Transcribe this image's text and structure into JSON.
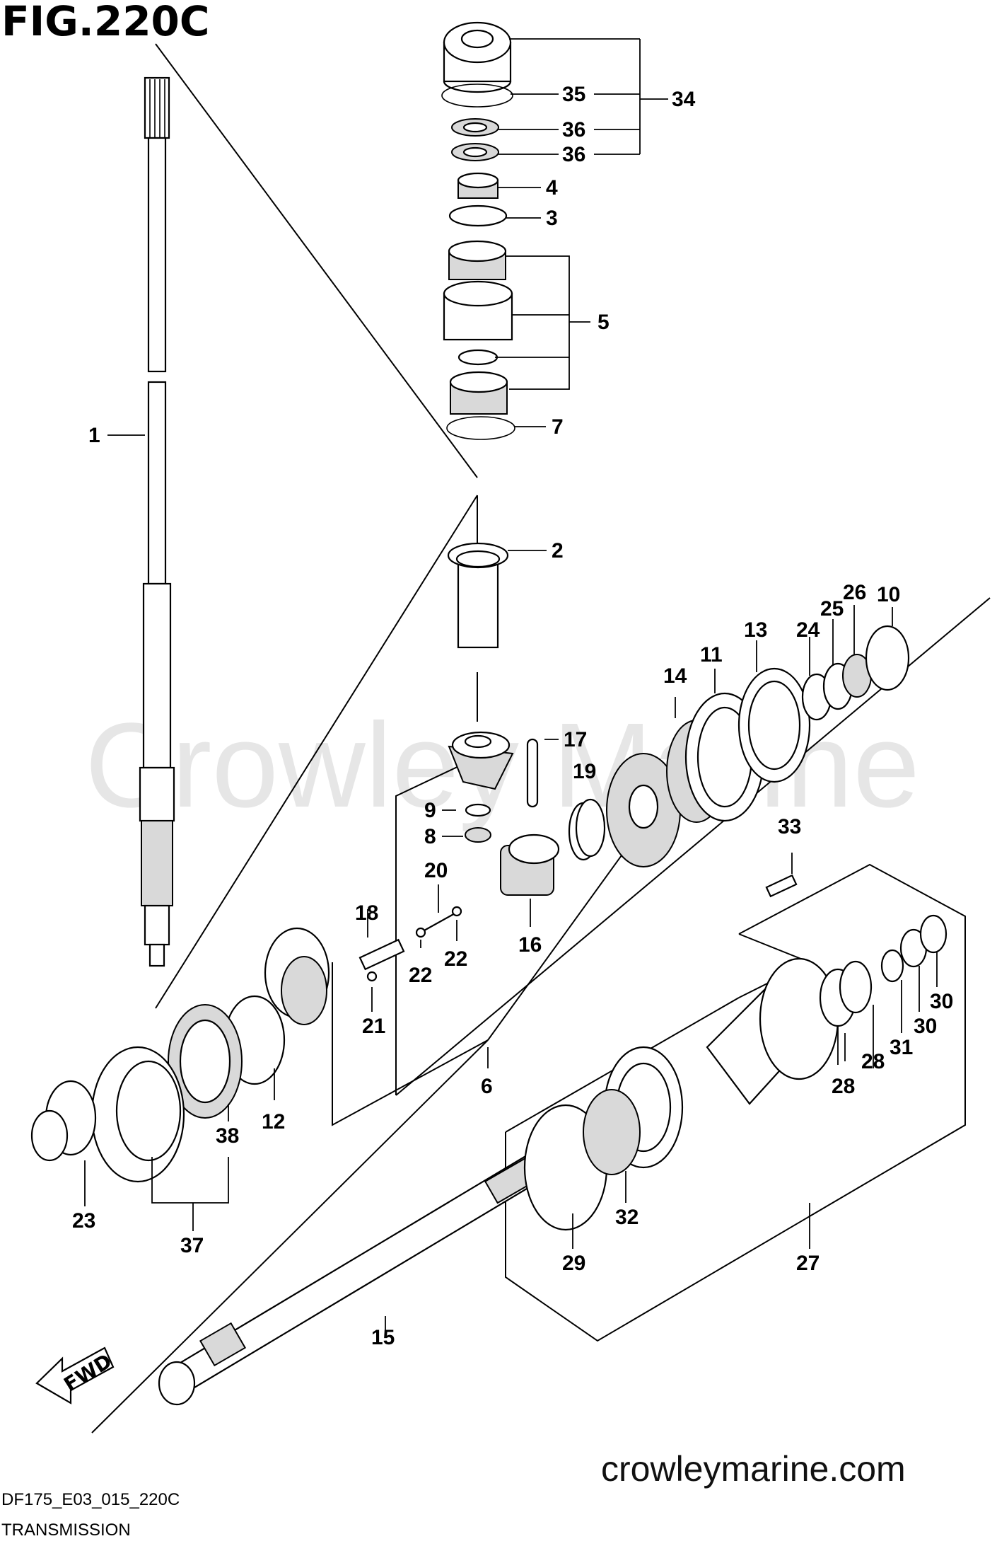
{
  "figure": {
    "title": "FIG.220C",
    "code": "DF175_E03_015_220C",
    "caption": "TRANSMISSION",
    "website": "crowleymarine.com",
    "watermark": "Crowley Marine",
    "fwd_label": "FWD"
  },
  "callouts": [
    "1",
    "2",
    "3",
    "4",
    "5",
    "6",
    "7",
    "8",
    "9",
    "10",
    "11",
    "12",
    "13",
    "14",
    "15",
    "16",
    "17",
    "18",
    "19",
    "20",
    "21",
    "22",
    "22",
    "23",
    "24",
    "25",
    "26",
    "27",
    "28",
    "28",
    "29",
    "30",
    "30",
    "31",
    "32",
    "33",
    "34",
    "35",
    "36",
    "36",
    "37",
    "38"
  ],
  "icons": [
    "fwd-arrow-icon"
  ]
}
